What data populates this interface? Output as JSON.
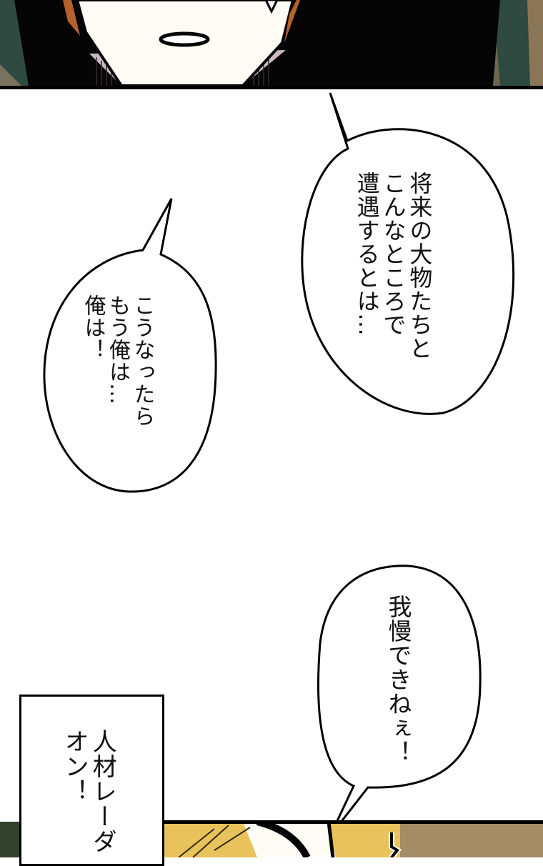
{
  "colors": {
    "page_bg": "#ffffff",
    "panel_border": "#000000",
    "skin": "#fefcf5",
    "hair_dark": "#050505",
    "hair_highlight": "#b5612a",
    "collar_stripes": "#c9b9c4",
    "hood_green": "#2f4a40",
    "background_tan": "#6f6650",
    "blonde_hair": "#e8c25a",
    "wall_tan": "#a38c66",
    "dark_green_bg": "#34412d"
  },
  "panels": [
    {
      "id": "top-panel",
      "description": "close-up of character's lower face, dark hair, hood"
    },
    {
      "id": "middle-panel",
      "description": "white space with two speech bubbles and a third bubble"
    },
    {
      "id": "bottom-panel",
      "description": "blonde character, partially visible"
    }
  ],
  "speech_bubbles": [
    {
      "id": "bubble-right",
      "lines": [
        "将来の大物たちと",
        "こんなところで",
        "遭遇するとは…"
      ]
    },
    {
      "id": "bubble-left",
      "lines": [
        "こうなったら",
        "もう俺は…",
        "俺は！"
      ]
    },
    {
      "id": "bubble-bottom-right",
      "lines": [
        "我慢できねぇ！"
      ]
    }
  ],
  "caption_box": {
    "lines": [
      "人材レーダ",
      "オン！"
    ]
  }
}
